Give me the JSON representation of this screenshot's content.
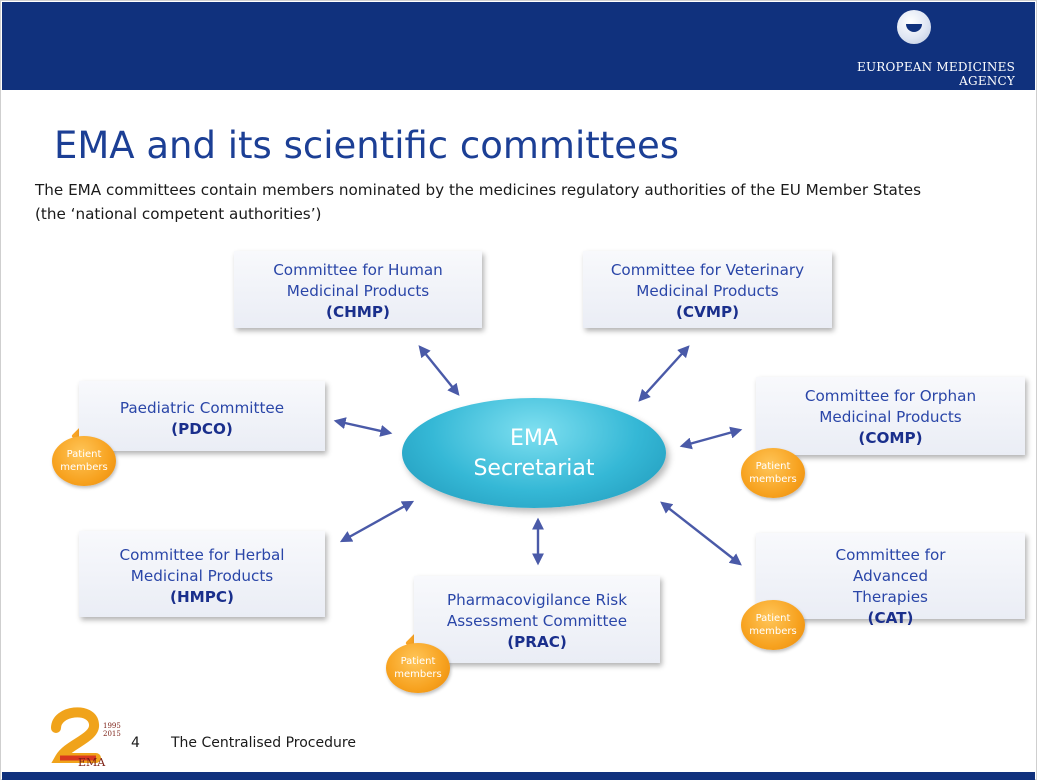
{
  "header": {
    "agency_name": "EUROPEAN MEDICINES AGENCY"
  },
  "title": "EMA and its scientific committees",
  "subtitle": "The EMA committees contain members nominated by the medicines regulatory authorities of the EU Member States (the ‘national competent authorities’)",
  "center": {
    "line1": "EMA",
    "line2": "Secretariat"
  },
  "committees": {
    "chmp": {
      "name": "Committee for Human Medicinal Products",
      "abbr": "(CHMP)"
    },
    "cvmp": {
      "name": "Committee for Veterinary Medicinal Products",
      "abbr": "(CVMP)"
    },
    "pdco": {
      "name": "Paediatric Committee",
      "abbr": "(PDCO)"
    },
    "comp": {
      "name": "Committee for Orphan Medicinal Products",
      "abbr": "(COMP)"
    },
    "hmpc": {
      "name": "Committee for Herbal Medicinal Products",
      "abbr": "(HMPC)"
    },
    "prac": {
      "name": "Pharmacovigilance Risk Assessment Committee",
      "abbr": "(PRAC)"
    },
    "cat": {
      "name": "Committee for Advanced Therapies",
      "abbr": "(CAT)"
    }
  },
  "patient_badge": {
    "line1": "Patient",
    "line2": "members"
  },
  "footer": {
    "page_number": "4",
    "text": "The Centralised Procedure",
    "logo": {
      "years_top": "1995",
      "years_bottom": "2015",
      "initials": "EMA",
      "numeral": "2"
    }
  },
  "colors": {
    "header_blue": "#10317d",
    "title_blue": "#1c3f95",
    "committee_text": "#2a46a8",
    "center_cyan": "#35b8d6",
    "badge_orange": "#f7a21f",
    "arrow": "#4a5aa8"
  }
}
